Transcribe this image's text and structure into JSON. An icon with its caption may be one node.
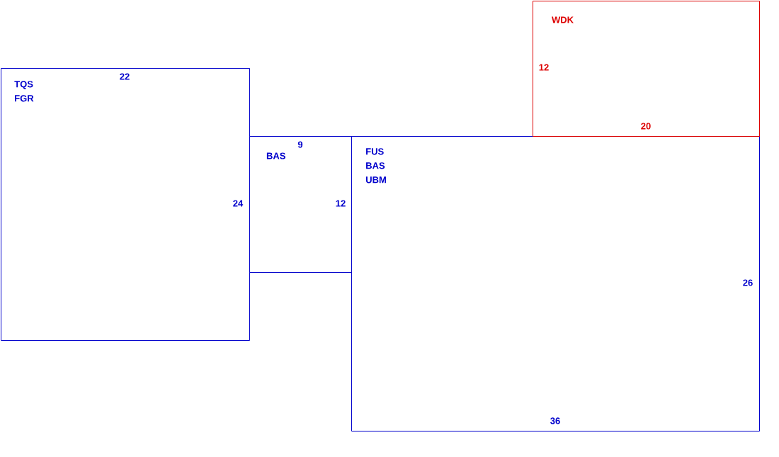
{
  "diagram": {
    "nodes": [
      {
        "text": [
          "TQS FGR",
          "22",
          "24"
        ]
      },
      {
        "text": [
          "BAS",
          "9",
          "12"
        ]
      },
      {
        "text": [
          "FUS BAS UBM",
          "26",
          "36"
        ]
      },
      {
        "text": [
          "WDK",
          "12",
          "20"
        ]
      }
    ]
  }
}
